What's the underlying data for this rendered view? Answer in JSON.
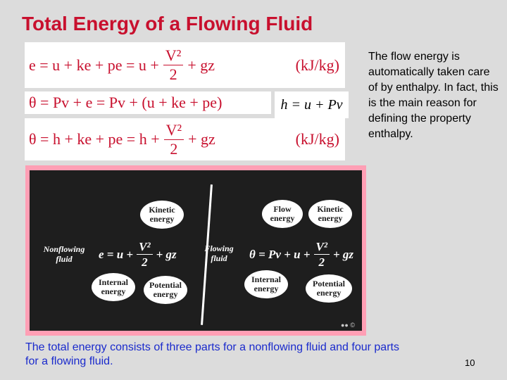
{
  "title": "Total Energy of a Flowing Fluid",
  "equations": {
    "eq1": {
      "left": "e = u + ke + pe = u +",
      "frac_num": "V²",
      "frac_den": "2",
      "right": "+ gz",
      "unit": "(kJ/kg)"
    },
    "eq2": {
      "text": "θ = Pv + e = Pv + (u + ke + pe)"
    },
    "eq3": {
      "left": "θ = h + ke + pe = h +",
      "frac_num": "V²",
      "frac_den": "2",
      "right": "+ gz",
      "unit": "(kJ/kg)"
    }
  },
  "enthalpy_def": "h = u + Pv",
  "side_text": "The flow energy is automatically taken care of by enthalpy. In fact, this is the main reason for defining the property enthalpy.",
  "figure": {
    "nonflowing": {
      "label": "Nonflowing fluid",
      "eq_left": "e = u +",
      "frac_num": "V²",
      "frac_den": "2",
      "eq_right": "+ gz",
      "bubbles": {
        "kinetic": "Kinetic energy",
        "internal": "Internal energy",
        "potential": "Potential energy"
      }
    },
    "flowing": {
      "label": "Flowing fluid",
      "eq_left": "θ = Pv + u +",
      "frac_num": "V²",
      "frac_den": "2",
      "eq_right": "+ gz",
      "bubbles": {
        "flow": "Flow energy",
        "kinetic": "Kinetic energy",
        "internal": "Internal energy",
        "potential": "Potential energy"
      }
    }
  },
  "caption": "The total energy consists of three parts for a nonflowing fluid and four parts for a flowing fluid.",
  "page_number": "10",
  "colors": {
    "title": "#c8102e",
    "caption": "#1a2acc",
    "figure_border": "#ff9fb5",
    "figure_bg": "#1e1e1e"
  }
}
